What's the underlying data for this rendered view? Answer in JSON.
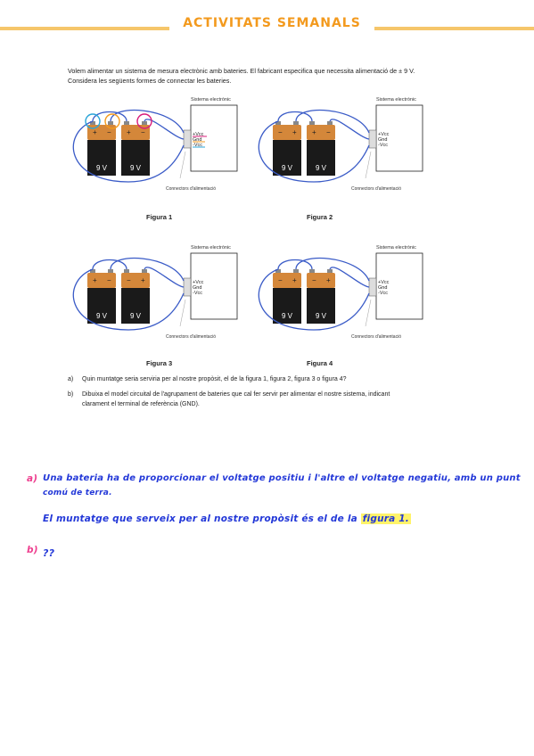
{
  "header": {
    "title": "ACTIVITATS SEMANALS"
  },
  "intro": "Volem alimentar un sistema de mesura electrònic amb bateries. El fabricant especifica que necessita alimentació de ± 9 V. Considera les següents formes de connectar les bateries.",
  "figures": [
    {
      "caption": "Figura 1"
    },
    {
      "caption": "Figura 2"
    },
    {
      "caption": "Figura 3"
    },
    {
      "caption": "Figura 4"
    }
  ],
  "diagram_labels": {
    "system": "Sistema electrònic",
    "connectors": "Connectors d'alimentació",
    "vcc_pos": "+Vcc",
    "gnd": "Gnd",
    "vcc_neg": "-Vcc",
    "battery": "9 V",
    "plus": "+",
    "minus": "−"
  },
  "questions": [
    {
      "letter": "a)",
      "text": "Quin muntatge seria serviria per al nostre propòsit, el de la figura 1, figura 2, figura 3 o figura 4?"
    },
    {
      "letter": "b)",
      "text": "Dibuixa el model circuital de l'agrupament de bateries que cal fer servir per alimentar el nostre sistema, indicant clarament el terminal de referència (GND)."
    }
  ],
  "answers": {
    "a_letter": "a)",
    "a_line1": "Una bateria ha de proporcionar el voltatge positiu i l'altre el voltatge negatiu, amb un punt",
    "a_line2": "comú de terra.",
    "a_line3_pre": "El muntatge que serveix per al nostre propòsit és el de la",
    "a_line3_highlight": "figura 1.",
    "b_letter": "b)",
    "b_text": "??"
  },
  "colors": {
    "title": "#f39a1e",
    "header_line": "#f6c66a",
    "handwriting": "#2338d8",
    "answer_letter": "#ee3f8f",
    "wire": "#3a5bc7",
    "highlight": "#fff36a",
    "battery_top": "#d4873a",
    "battery_body": "#1a1a1a"
  }
}
